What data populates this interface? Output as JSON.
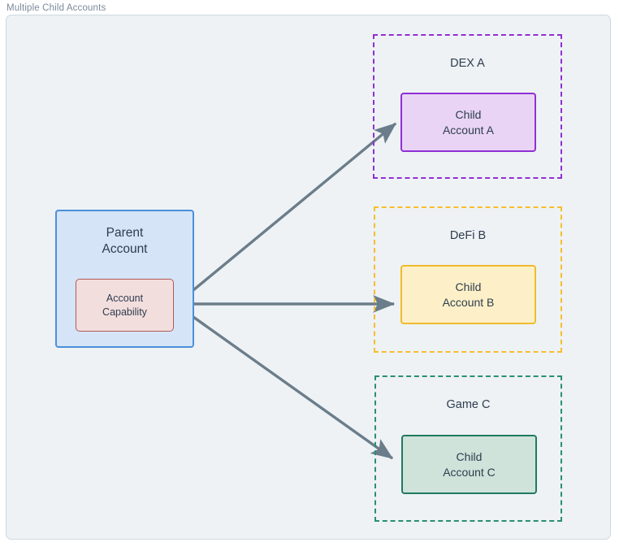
{
  "frame": {
    "title": "Multiple Child Accounts"
  },
  "colors": {
    "canvas_background": "#eef2f5",
    "frame_border": "#cdd8e0",
    "frame_title_text": "#7b8a9a",
    "node_text": "#2e3d4d",
    "arrow": "#6b7d8a",
    "parent_fill": "#d5e4f7",
    "parent_stroke": "#4a90d9",
    "capability_fill": "#f3dede",
    "capability_stroke": "#b05a56",
    "dex_stroke": "#8f2fd4",
    "dex_fill": "#e9d4f5",
    "defi_stroke": "#f0bb2c",
    "defi_fill": "#fdf0c8",
    "game_stroke": "#1f7a60",
    "game_fill": "#cfe3da"
  },
  "nodes": {
    "parent_account": {
      "line1": "Parent",
      "line2": "Account"
    },
    "account_capability": {
      "line1": "Account",
      "line2": "Capability"
    }
  },
  "containers": [
    {
      "id": "dex-a",
      "title": "DEX A",
      "child": {
        "line1": "Child",
        "line2": "Account A"
      }
    },
    {
      "id": "defi-b",
      "title": "DeFi B",
      "child": {
        "line1": "Child",
        "line2": "Account B"
      }
    },
    {
      "id": "game-c",
      "title": "Game C",
      "child": {
        "line1": "Child",
        "line2": "Account C"
      }
    }
  ],
  "edges": [
    {
      "id": "capability-to-child-a",
      "from": "account-capability",
      "to": "child-account-a",
      "style": "solid-arrow"
    },
    {
      "id": "capability-to-child-b",
      "from": "account-capability",
      "to": "child-account-b",
      "style": "solid-arrow"
    },
    {
      "id": "capability-to-child-c",
      "from": "account-capability",
      "to": "child-account-c",
      "style": "solid-arrow"
    }
  ]
}
